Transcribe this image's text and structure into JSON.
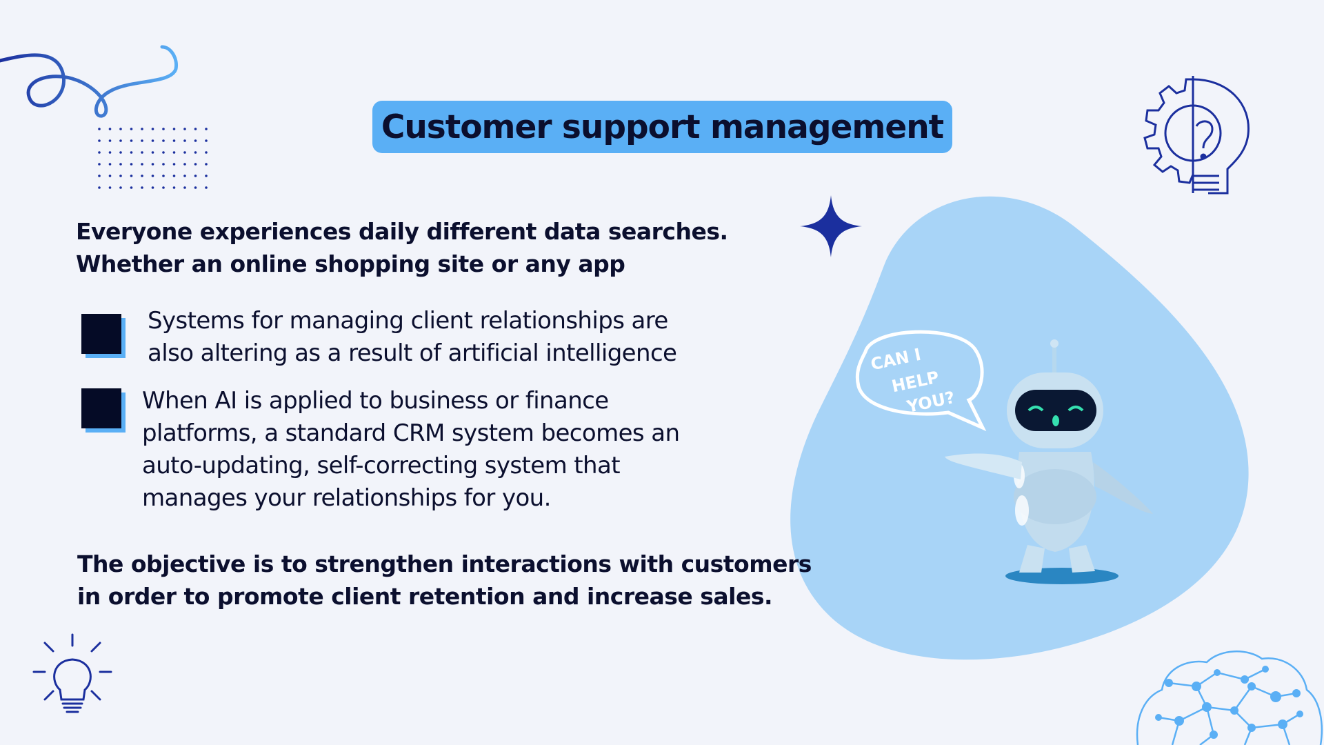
{
  "slide": {
    "title": "Customer support management",
    "intro_line1": "Everyone experiences daily different data searches.",
    "intro_line2": "Whether an online shopping site or any app",
    "bullets": [
      {
        "lines": [
          "Systems for managing client relationships are",
          "also altering as a result of artificial intelligence"
        ]
      },
      {
        "lines": [
          "When AI is applied to business or finance",
          "platforms, a standard CRM system becomes an",
          "auto-updating, self-correcting system that",
          "manages your relationships for you."
        ]
      }
    ],
    "outro_line1": "The objective is to strengthen interactions with customers",
    "outro_line2": "in order to promote client retention and increase sales.",
    "speech_bubble": [
      "CAN I",
      "HELP",
      "YOU?"
    ]
  },
  "colors": {
    "background": "#f2f4fa",
    "accent_blue": "#5aaff5",
    "navy": "#0b0f2e",
    "blob": "#a8d4f7"
  },
  "icons": [
    "swirl-decoration",
    "dot-grid-decoration",
    "gear-bulb-icon",
    "sparkle-star-icon",
    "lightbulb-icon",
    "brain-network-icon",
    "robot-illustration"
  ]
}
